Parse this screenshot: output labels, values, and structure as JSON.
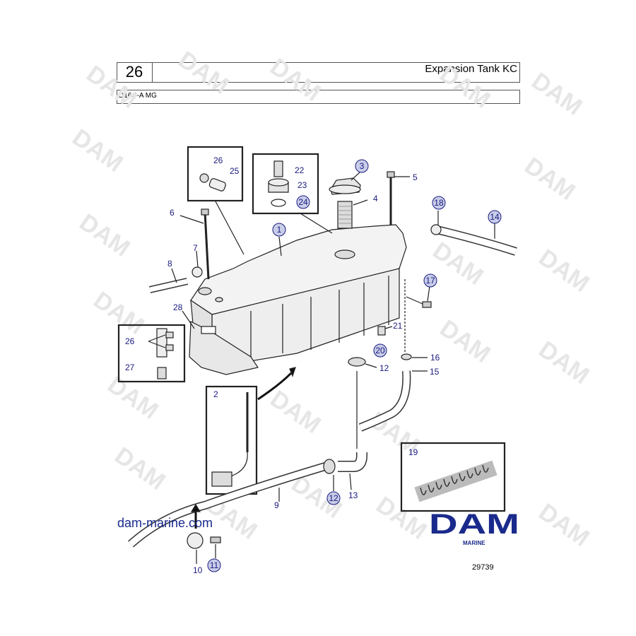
{
  "header": {
    "page_number": "26",
    "title": "Expansion Tank KC",
    "model": "D16C-A MG"
  },
  "watermark": {
    "text": "DAM"
  },
  "website": "dam-marine.com",
  "brand": {
    "logo_text": "DAM",
    "sub_text": "MARINE",
    "color": "#1a2a8c"
  },
  "drawing_number": "29739",
  "callouts": {
    "c1": "1",
    "c2": "2",
    "c3": "3",
    "c4": "4",
    "c5": "5",
    "c6": "6",
    "c7": "7",
    "c8": "8",
    "c9": "9",
    "c10": "10",
    "c11": "11",
    "c12": "12",
    "c12b": "12",
    "c13": "13",
    "c14": "14",
    "c15": "15",
    "c16": "16",
    "c17": "17",
    "c18": "18",
    "c19": "19",
    "c20": "20",
    "c21": "21",
    "c22": "22",
    "c23": "23",
    "c24": "24",
    "c25": "25",
    "c26": "26",
    "c26b": "26",
    "c27": "27",
    "c28": "28"
  },
  "colors": {
    "callout": "#1a1a80",
    "circle_fill": "#c8cde8",
    "line": "#222222"
  }
}
